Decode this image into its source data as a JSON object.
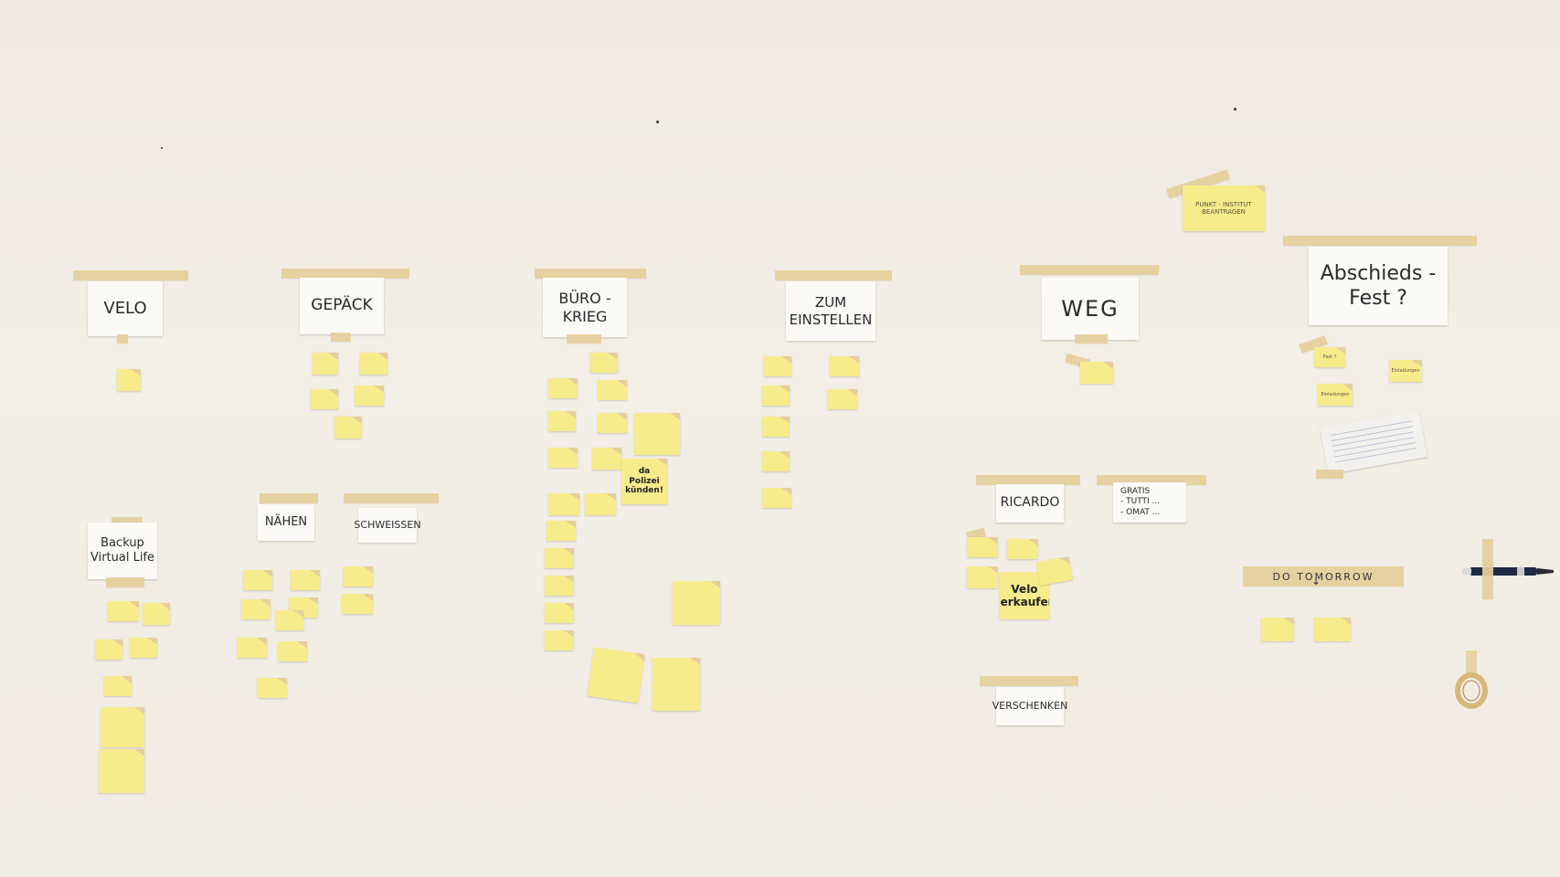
{
  "headers": {
    "velo": "VELO",
    "gepack": "GEPÄCK",
    "buro_krieg": "BÜRO -\nKRIEG",
    "zum_einstellen": "ZUM\nEINSTELLEN",
    "weg": "WEG",
    "abschieds_fest": "Abschieds -\nFest ?",
    "backup": "Backup\nVirtual Life",
    "nahen": "NÄHEN",
    "schweissen": "SCHWEISSEN",
    "ricardo": "RICARDO",
    "gratis": "GRATIS\n- TUTTI ...\n- OMAT ...",
    "verschenken": "VERSCHENKEN",
    "do_tomorrow": "DO TOMORROW",
    "top_note": "PUNKT - INSTITUT\nBEANTRAGEN"
  },
  "notes": {
    "velo_note": "",
    "abschied_1": "Fest ?",
    "abschied_2": "Einladungen",
    "abschied_3": "Einladungen",
    "velo_verkaufen": "Velo\nverkaufen",
    "buro_big_1": "",
    "buro_big_2": "da Polizei\nkünden!",
    "backup_dark": ""
  },
  "colors": {
    "wall": "#f1ece3",
    "sticky": "#f7ec8c",
    "tape": "#e6cf9c",
    "card": "#fbfaf7",
    "marker_body": "#1c2a44"
  },
  "icons": {
    "marker": "marker-pen-icon",
    "tape_roll": "tape-roll-icon",
    "arrow": "arrow-down-icon"
  }
}
